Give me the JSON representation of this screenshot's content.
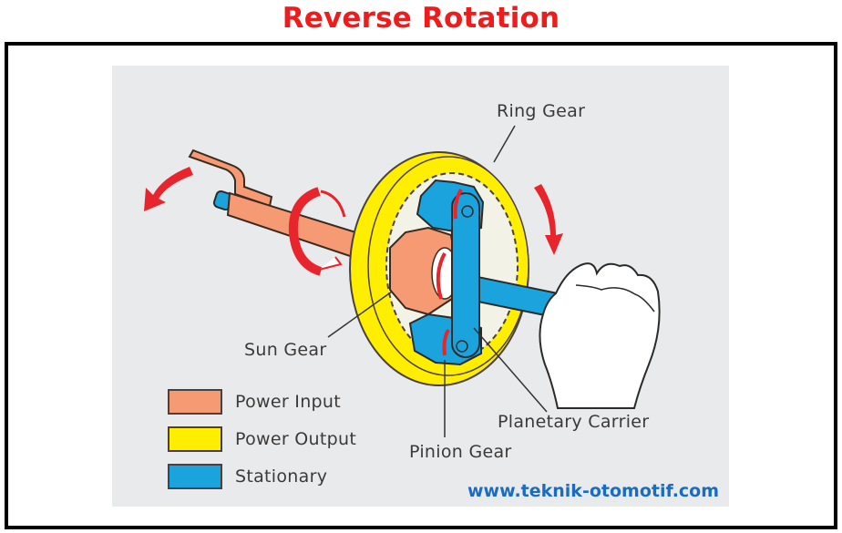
{
  "title": "Reverse Rotation",
  "labels": {
    "ring_gear": "Ring Gear",
    "sun_gear": "Sun Gear",
    "planetary_carrier": "Planetary Carrier",
    "pinion_gear": "Pinion Gear"
  },
  "legend": [
    {
      "label": "Power Input",
      "color": "#f59a72"
    },
    {
      "label": "Power Output",
      "color": "#ffee00"
    },
    {
      "label": "Stationary",
      "color": "#1aa3dd"
    }
  ],
  "colors": {
    "title": "#ee1c1c",
    "arrow": "#e8242c",
    "power_input": "#f59a72",
    "power_output": "#ffee00",
    "stationary": "#1aa3dd",
    "background_panel": "#e9eaec"
  },
  "watermark": "www.teknik-otomotif.com"
}
